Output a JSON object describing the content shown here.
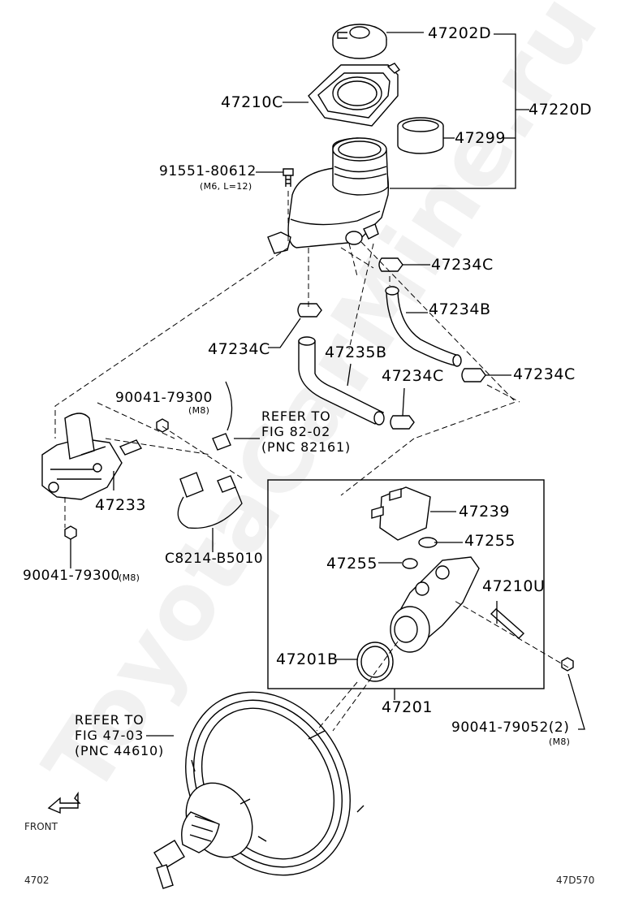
{
  "watermark": "ToyotaCarMine.ru",
  "footer": {
    "left_code": "4702",
    "right_code": "47D570"
  },
  "front_label": "FRONT",
  "parts": {
    "p47202D": "47202D",
    "p47210C": "47210C",
    "p47220D": "47220D",
    "p47299": "47299",
    "p91551": "91551-80612",
    "p91551_sub": "(M6, L=12)",
    "p47234C_a": "47234C",
    "p47234B": "47234B",
    "p47234C_b": "47234C",
    "p47235B": "47235B",
    "p47234C_c": "47234C",
    "p47234C_d": "47234C",
    "p90041_79300_a": "90041-79300",
    "p90041_79300_a_sub": "(M8)",
    "p47233": "47233",
    "p90041_79300_b": "90041-79300",
    "p90041_79300_b_sub": "(M8)",
    "pC8214": "C8214-B5010",
    "p47239": "47239",
    "p47255_a": "47255",
    "p47255_b": "47255",
    "p47210U": "47210U",
    "p47201B": "47201B",
    "p47201": "47201",
    "p90041_79052": "90041-79052(2)",
    "p90041_79052_sub": "(M8)"
  },
  "references": {
    "fig82": "REFER TO\nFIG 82-02\n(PNC 82161)",
    "fig47": "REFER TO\nFIG 47-03\n(PNC 44610)"
  }
}
